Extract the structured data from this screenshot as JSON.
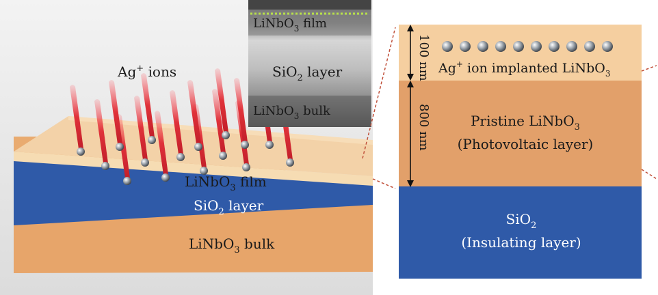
{
  "left_panel": {
    "ion_label": {
      "base": "Ag",
      "sup": "+",
      "rest": " ions"
    },
    "layers": {
      "film": {
        "pre": "LiNbO",
        "sub": "3",
        "post": " film"
      },
      "sio2": {
        "pre": "SiO",
        "sub": "2",
        "post": " layer"
      },
      "bulk": {
        "pre": "LiNbO",
        "sub": "3",
        "post": " bulk"
      }
    }
  },
  "tem_inset": {
    "film": {
      "pre": "LiNbO",
      "sub": "3",
      "post": " film"
    },
    "sio2": {
      "pre": "SiO",
      "sub": "2",
      "post": " layer"
    },
    "bulk": {
      "pre": "LiNbO",
      "sub": "3",
      "post": " bulk"
    }
  },
  "right_panel": {
    "dimension_top": "100 nm",
    "dimension_bottom": "800 nm",
    "implanted_label": {
      "base": "Ag",
      "sup": "+",
      "rest": " ion implanted LiNbO",
      "sub": "3"
    },
    "pristine_line1": {
      "pre": "Pristine LiNbO",
      "sub": "3"
    },
    "pristine_line2": "(Photovoltaic layer)",
    "sio2_line1": {
      "pre": "SiO",
      "sub": "2"
    },
    "sio2_line2": "(Insulating layer)"
  },
  "colors": {
    "film_top": "#f4d7ae",
    "film_front": "#f6dcb3",
    "sio2_blue": "#2f5aa8",
    "bulk_orange": "#e7a56a",
    "implanted_band": "#f5cfa0",
    "pristine_band": "#e2a06a",
    "ion_red": "#e0323a",
    "guide_line": "#c0503a"
  }
}
